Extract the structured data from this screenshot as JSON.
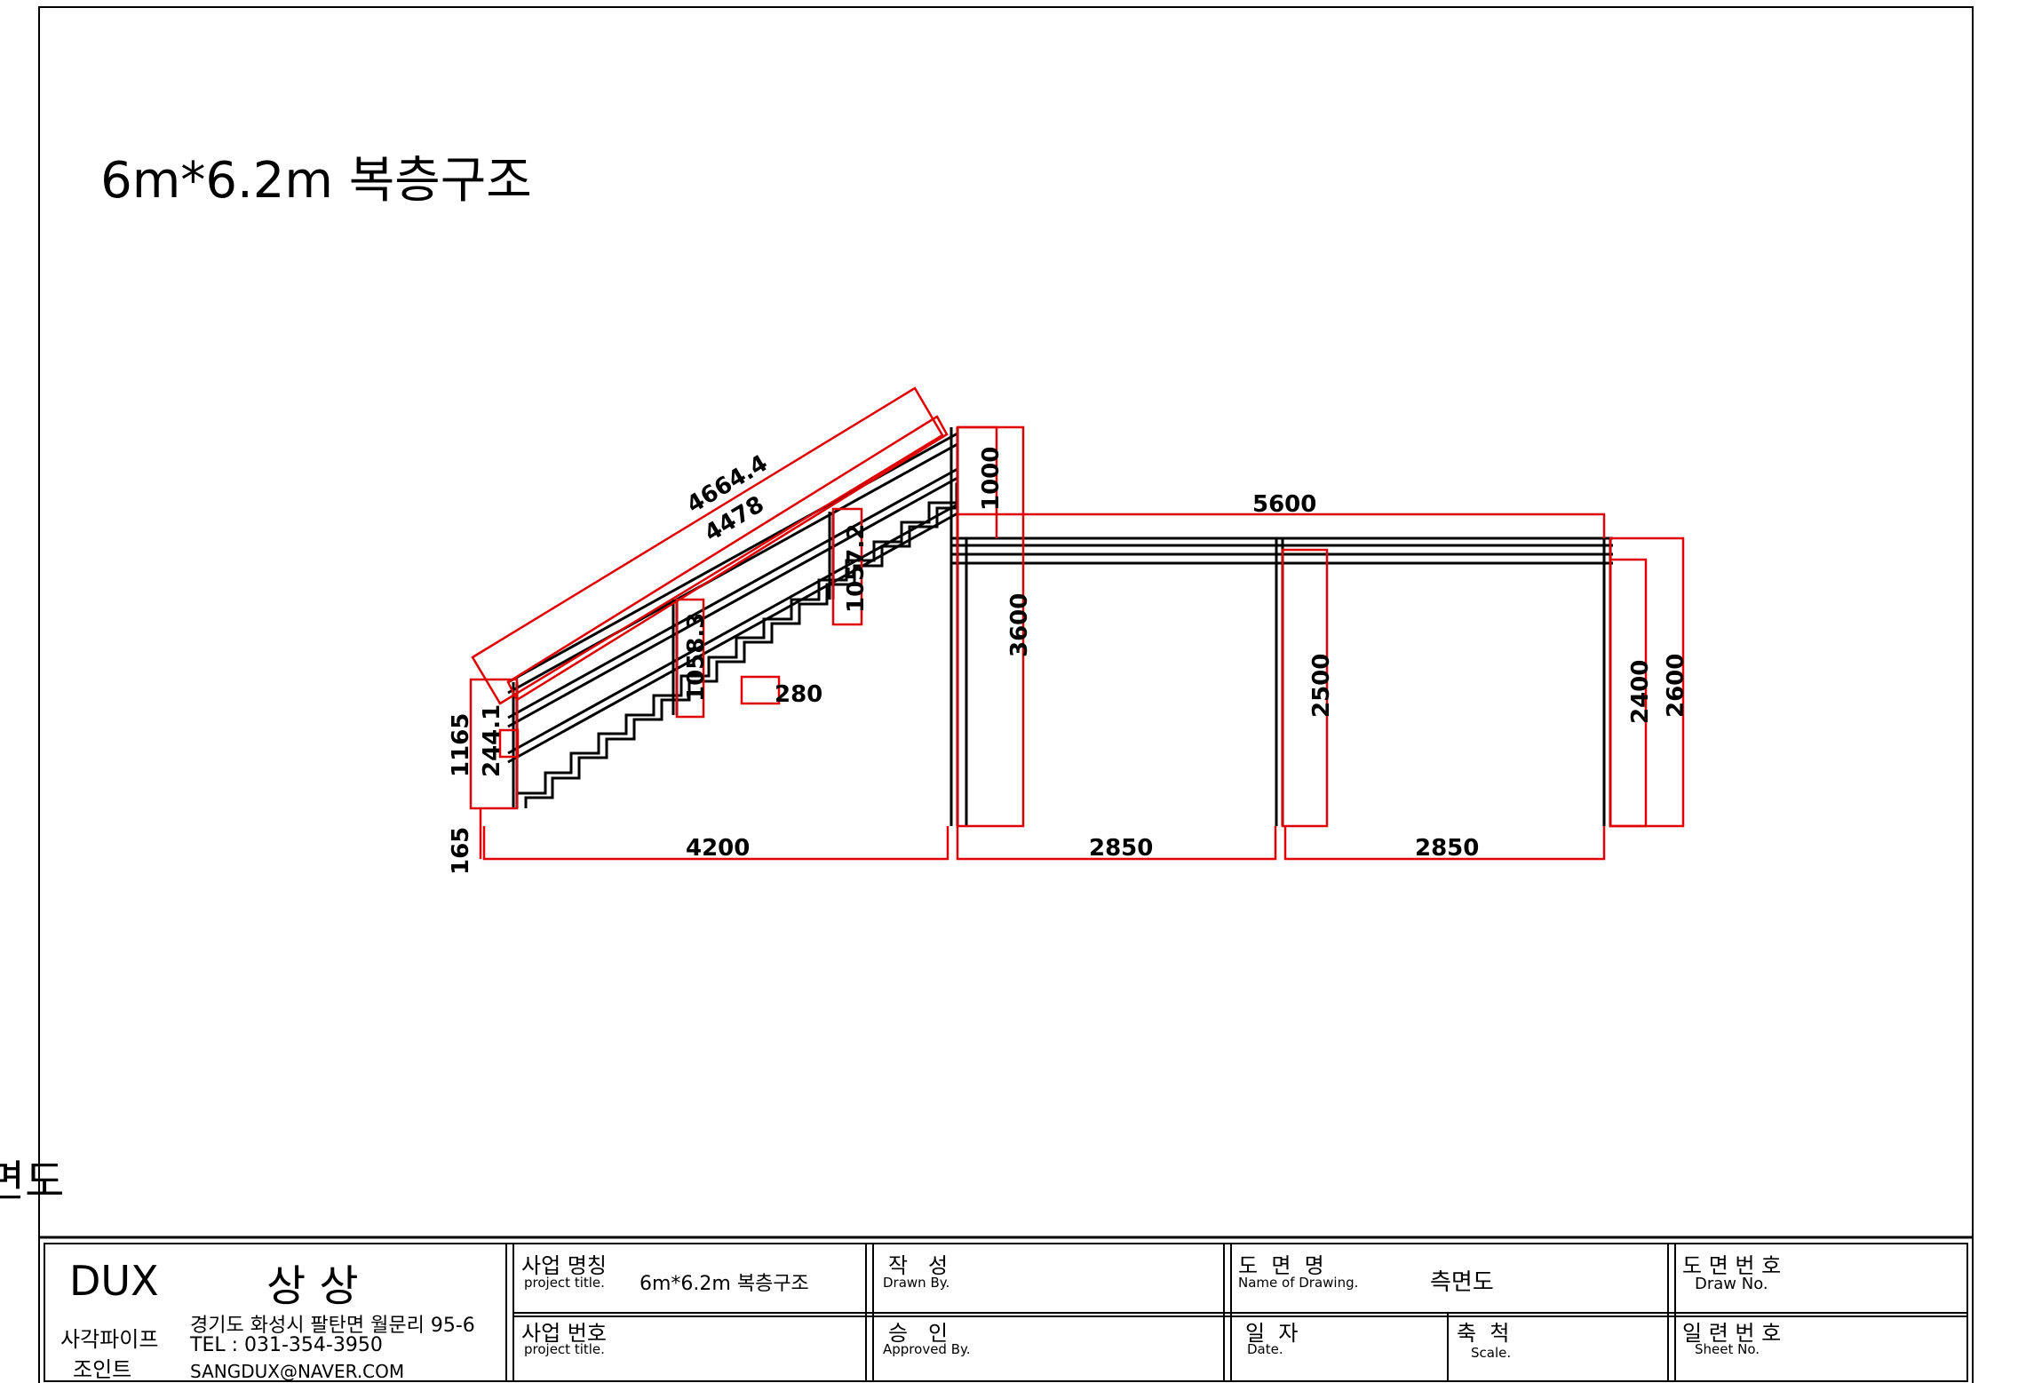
{
  "sheet": {
    "title": "6m*6.2m 복층구조",
    "view_caption": "측면도"
  },
  "dimensions": {
    "rail_outer": "4664.4",
    "rail_inner": "4478",
    "rail_height_a": "1057.2",
    "rail_height_b": "1058.3",
    "rail_height_c": "244.1",
    "tread": "280",
    "total_stair_height": "1165",
    "bottom_step": "165",
    "stair_run": "4200",
    "guard_height": "1000",
    "upper_span": "5600",
    "post_height": "3600",
    "bay_1": "2850",
    "bay_2": "2850",
    "mid_post_height": "2500",
    "end_post_inner": "2400",
    "end_post_outer": "2600"
  },
  "title_block": {
    "company_brand": "DUX",
    "company_name": "상 상",
    "company_sub_1": "사각파이프",
    "company_sub_2": "조인트",
    "address": "경기도 화성시 팔탄면 월문리 95-6",
    "tel": "TEL : 031-354-3950",
    "email": "SANGDUX@NAVER.COM",
    "project_name_label": "사업 명칭",
    "project_name_sub": "project title.",
    "project_name_value": "6m*6.2m 복층구조",
    "project_no_label": "사업 번호",
    "project_no_sub": "project title.",
    "drawn_label": "작   성",
    "drawn_sub": "Drawn By.",
    "approved_label": "승   인",
    "approved_sub": "Approved By.",
    "drawing_name_label": "도  면  명",
    "drawing_name_sub": "Name of Drawing.",
    "drawing_name_value": "측면도",
    "date_label": "일  자",
    "date_sub": "Date.",
    "scale_label": "축  척",
    "scale_sub": "Scale.",
    "draw_no_label": "도 면 번 호",
    "draw_no_sub": "Draw No.",
    "sheet_no_label": "일 련 번 호",
    "sheet_no_sub": "Sheet No."
  },
  "colors": {
    "line": "#000000",
    "dimension": "#e00000"
  }
}
